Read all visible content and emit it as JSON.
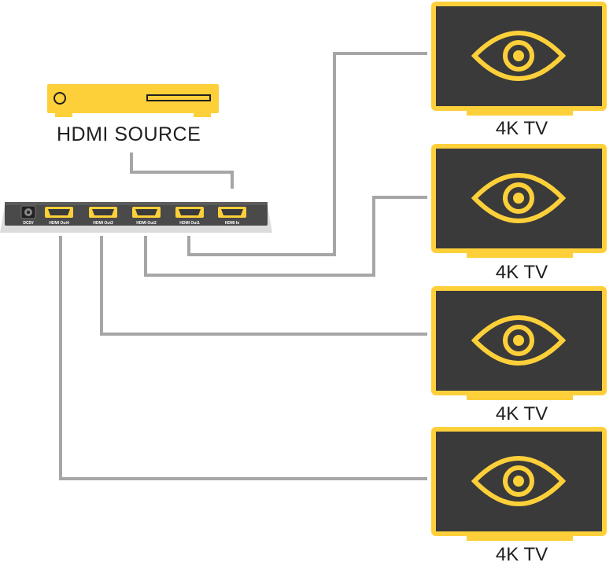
{
  "source": {
    "label": "HDMI SOURCE"
  },
  "splitter": {
    "ports": [
      {
        "label": "DC5V"
      },
      {
        "label": "HDMI Out4"
      },
      {
        "label": "HDMI Out3"
      },
      {
        "label": "HDMI Out2"
      },
      {
        "label": "HDMI Out1"
      },
      {
        "label": "HDMI In"
      }
    ]
  },
  "tvs": [
    {
      "label": "4K TV"
    },
    {
      "label": "4K TV"
    },
    {
      "label": "4K TV"
    },
    {
      "label": "4K TV"
    }
  ],
  "colors": {
    "accent": "#fdd03a",
    "screen": "#3a3a3a",
    "cable": "#a6a6a6",
    "device": "#4a4a4a"
  }
}
